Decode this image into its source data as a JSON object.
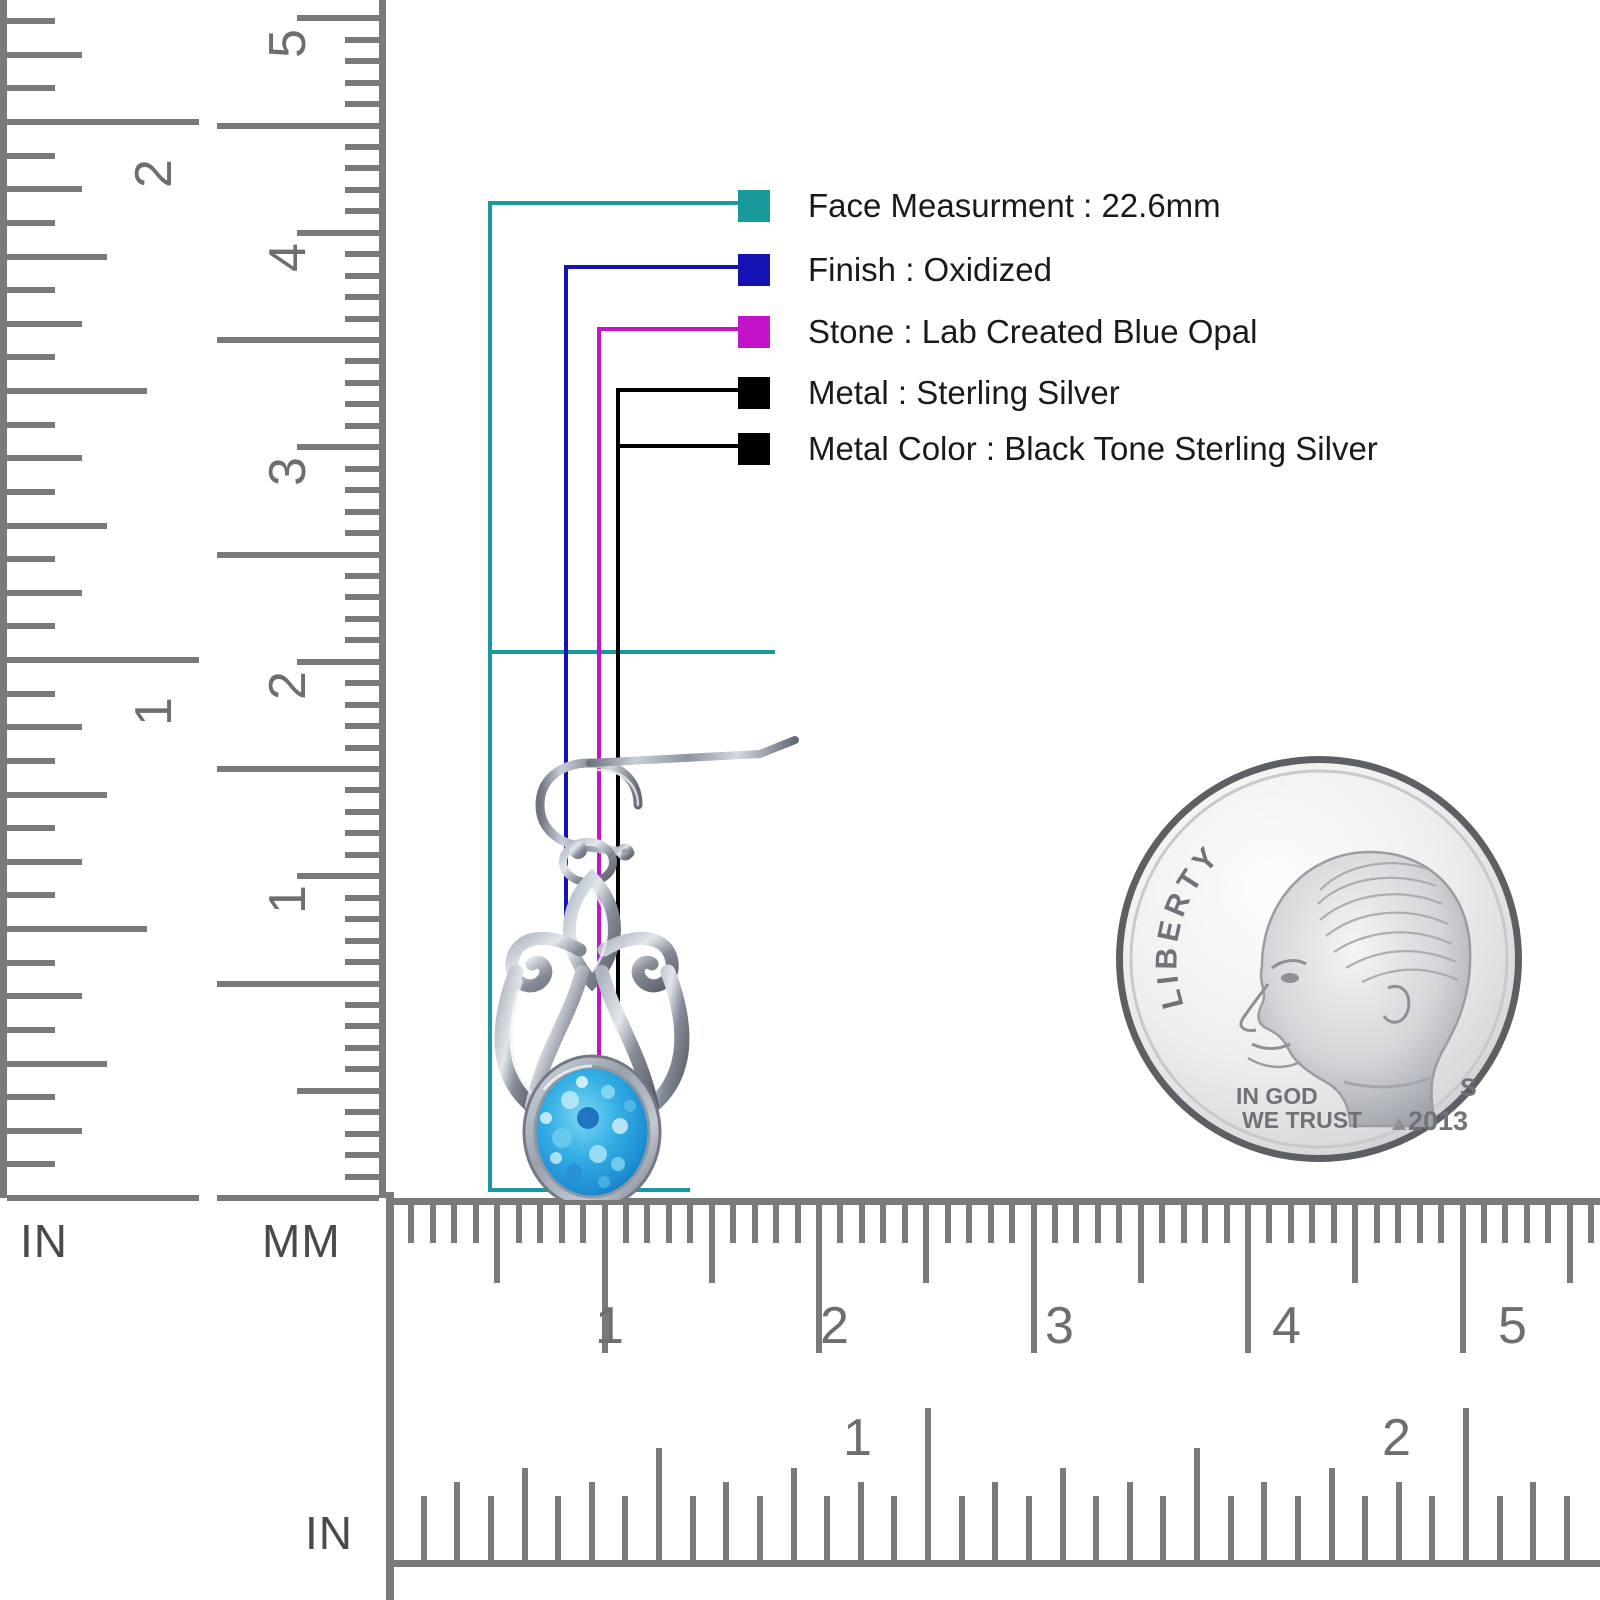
{
  "legend": {
    "rows": [
      {
        "label": "Face Measurment : 22.6mm",
        "color": "#199a9a",
        "key": "face-measurement"
      },
      {
        "label": "Finish : Oxidized",
        "color": "#1414b4",
        "key": "finish"
      },
      {
        "label": "Stone : Lab Created Blue Opal",
        "color": "#c313c9",
        "key": "stone"
      },
      {
        "label": "Metal : Sterling Silver",
        "color": "#000000",
        "key": "metal"
      },
      {
        "label": "Metal Color : Black Tone Sterling Silver",
        "color": "#000000",
        "key": "metal-color"
      }
    ]
  },
  "rulers": {
    "left_inch": {
      "unit": "IN",
      "labels": [
        "1",
        "2"
      ]
    },
    "left_mm": {
      "unit": "MM",
      "labels": [
        "1",
        "2",
        "3",
        "4",
        "5"
      ]
    },
    "bottom_mm": {
      "unit": "MM",
      "labels": [
        "1",
        "2",
        "3",
        "4",
        "5"
      ]
    },
    "bottom_inch": {
      "unit": "IN",
      "labels": [
        "1",
        "2"
      ]
    }
  },
  "coin": {
    "name": "US dime",
    "liberty": "LIBERTY",
    "motto_line1": "IN GOD",
    "motto_line2": "WE TRUST",
    "year": "2013",
    "mintmark": "S"
  },
  "product": {
    "name": "oxidized sterling silver drop earring",
    "stone": "lab created blue opal oval cabochon",
    "stone_color": "#2ea8e0",
    "metal_color": "#9aa0ab"
  },
  "colors": {
    "teal": "#199a9a",
    "blue": "#1414b4",
    "magenta": "#c313c9",
    "black": "#000000",
    "ruler_gray": "#7a7a7a"
  }
}
